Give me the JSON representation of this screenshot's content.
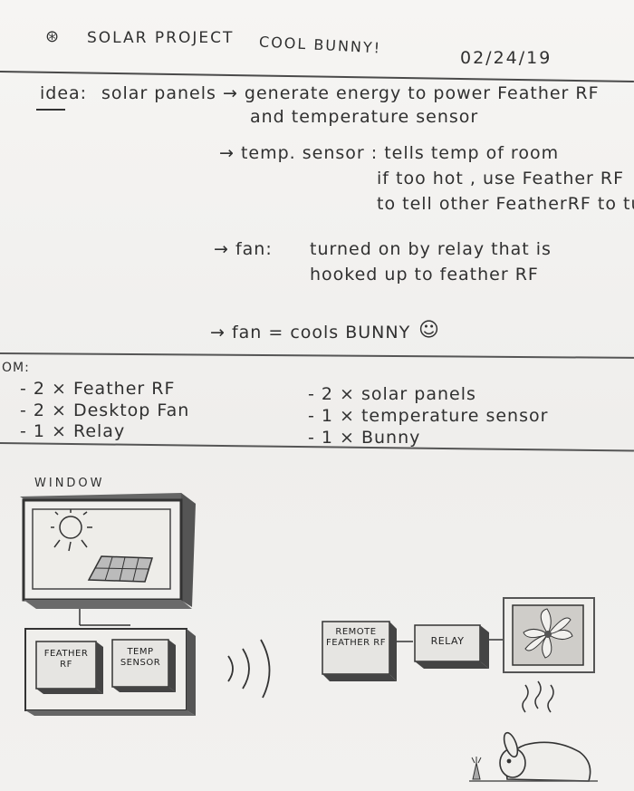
{
  "header": {
    "title": "SOLAR PROJECT",
    "subtitle": "COOL BUNNY!",
    "date": "02/24/19"
  },
  "idea": {
    "label": "idea:",
    "line1": "solar panels → generate energy to power Feather RF",
    "line2": "and temperature sensor",
    "temp_arrow": "→ temp. sensor : tells temp of room",
    "temp_line2": "if too hot , use Feather RF",
    "temp_line3": "to tell other FeatherRF to tu",
    "fan_arrow": "→ fan:",
    "fan_line1": "turned on by relay that is",
    "fan_line2": "hooked up to feather RF",
    "cool_arrow": "→ fan = cools BUNNY"
  },
  "bom": {
    "label": "OM:",
    "left": [
      "- 2 × Feather RF",
      "- 2 × Desktop Fan",
      "- 1 × Relay"
    ],
    "right": [
      "- 2 × solar panels",
      "- 1 × temperature sensor",
      "- 1 × Bunny"
    ]
  },
  "diagram": {
    "window_label": "WINDOW",
    "feather_label": "FEATHER RF",
    "temp_label": "TEMP SENSOR",
    "remote_label": "REMOTE FEATHER RF",
    "relay_label": "RELAY",
    "wireless": ")))"
  }
}
